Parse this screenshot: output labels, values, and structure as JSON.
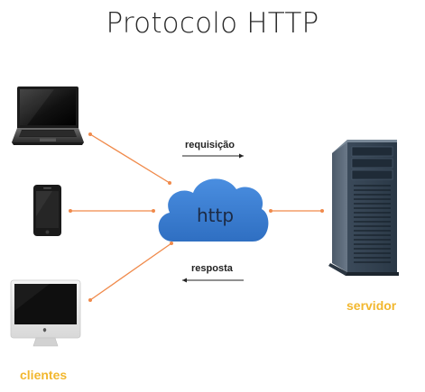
{
  "title": "Protocolo HTTP",
  "cloud_label": "http",
  "request_label": "requisição",
  "response_label": "resposta",
  "clients_label": "clientes",
  "server_label": "servidor",
  "colors": {
    "connector": "#f08a4b",
    "cloud": "#3a7fd0",
    "role_label": "#f2b72e",
    "arrow": "#222222"
  },
  "icons": {
    "client_1": "laptop-icon",
    "client_2": "smartphone-icon",
    "client_3": "desktop-computer-icon",
    "server": "tower-server-icon"
  }
}
